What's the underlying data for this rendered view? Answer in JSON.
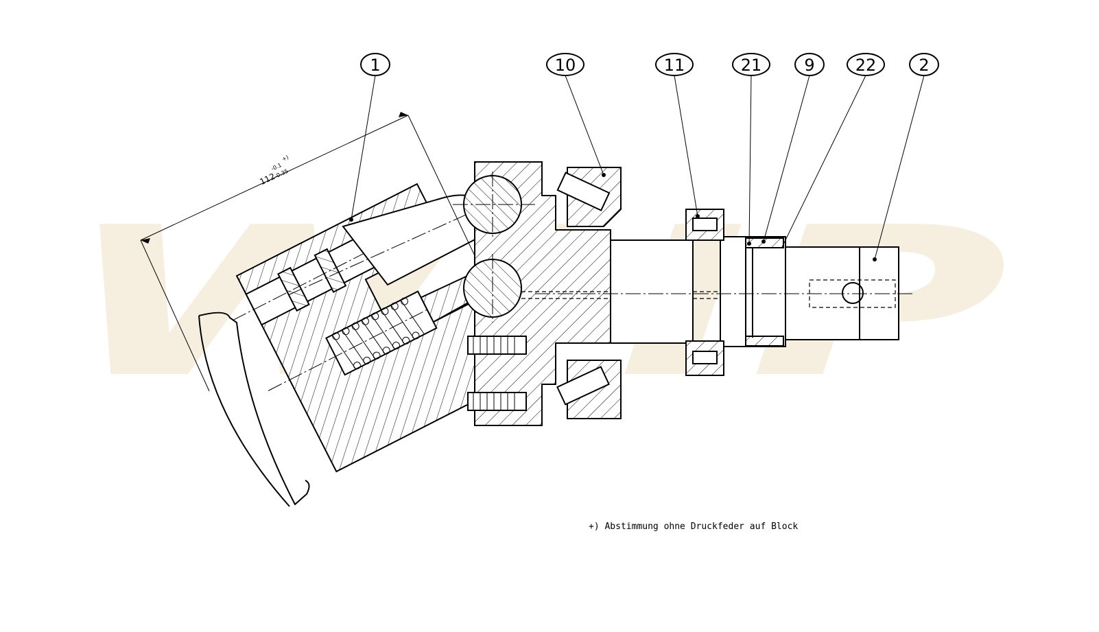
{
  "balloons": [
    {
      "id": "balloon-1",
      "label": "1"
    },
    {
      "id": "balloon-10",
      "label": "10"
    },
    {
      "id": "balloon-11",
      "label": "11"
    },
    {
      "id": "balloon-21",
      "label": "21"
    },
    {
      "id": "balloon-9",
      "label": "9"
    },
    {
      "id": "balloon-22",
      "label": "22"
    },
    {
      "id": "balloon-2",
      "label": "2"
    }
  ],
  "dimension": {
    "value": "112",
    "upper_tol": "-0.1",
    "lower_tol": "-0.35",
    "marker": "+)"
  },
  "footnote": "+) Abstimmung ohne Druckfeder auf Block",
  "watermark": "WHP"
}
